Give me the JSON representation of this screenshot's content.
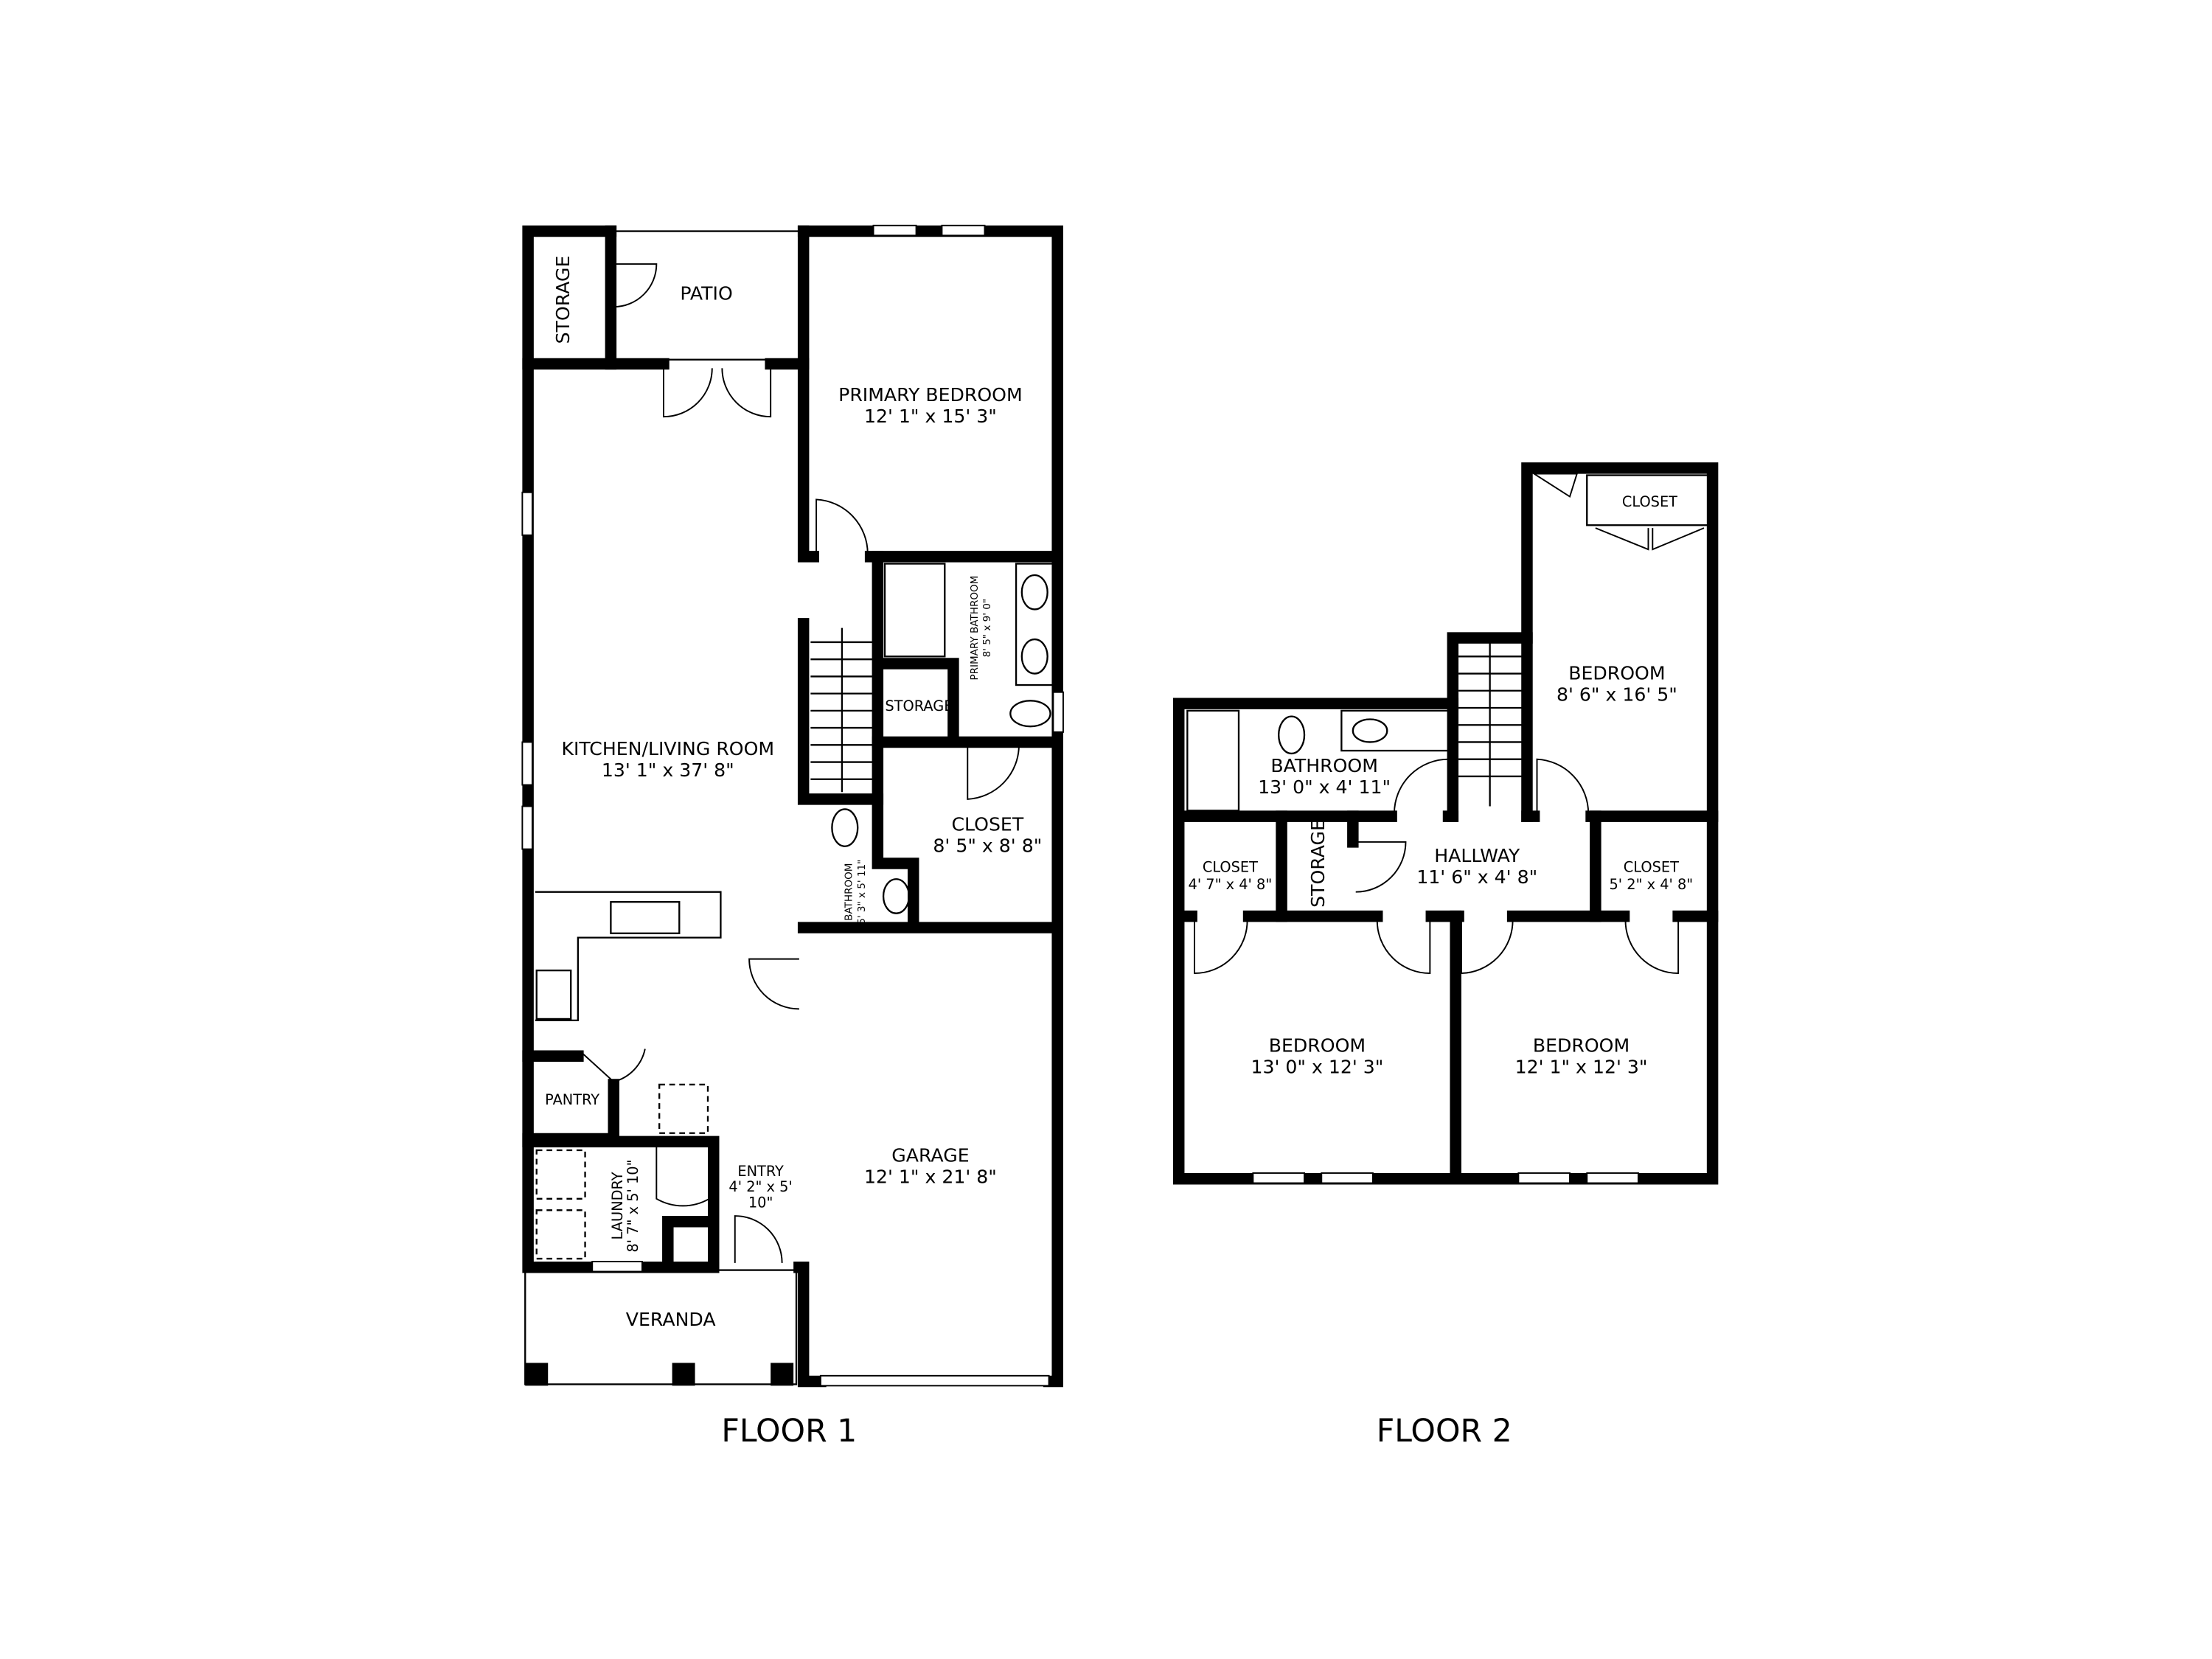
{
  "floors": [
    {
      "label": "FLOOR 1",
      "rooms": [
        {
          "name": "STORAGE",
          "size": ""
        },
        {
          "name": "PATIO",
          "size": ""
        },
        {
          "name": "PRIMARY BEDROOM",
          "size": "12' 1\" x 15' 3\""
        },
        {
          "name": "PRIMARY BATHROOM",
          "size": "8' 5\" x 9' 0\""
        },
        {
          "name": "STORAGE",
          "size": ""
        },
        {
          "name": "KITCHEN/LIVING ROOM",
          "size": "13' 1\" x 37' 8\""
        },
        {
          "name": "CLOSET",
          "size": "8' 5\" x 8' 8\""
        },
        {
          "name": "BATHROOM",
          "size": "5' 3\" x 5' 11\""
        },
        {
          "name": "PANTRY",
          "size": ""
        },
        {
          "name": "LAUNDRY",
          "size": "8' 7\" x 5' 10\""
        },
        {
          "name": "ENTRY",
          "size": "4' 2\" x 5'",
          "size2": "10\""
        },
        {
          "name": "GARAGE",
          "size": "12' 1\" x 21' 8\""
        },
        {
          "name": "VERANDA",
          "size": ""
        }
      ]
    },
    {
      "label": "FLOOR 2",
      "rooms": [
        {
          "name": "CLOSET",
          "size": ""
        },
        {
          "name": "BEDROOM",
          "size": "8' 6\" x 16' 5\""
        },
        {
          "name": "BATHROOM",
          "size": "13' 0\" x 4' 11\""
        },
        {
          "name": "CLOSET",
          "size": "4' 7\" x 4' 8\""
        },
        {
          "name": "STORAGE",
          "size": ""
        },
        {
          "name": "HALLWAY",
          "size": "11' 6\" x 4' 8\""
        },
        {
          "name": "CLOSET",
          "size": "5' 2\" x 4' 8\""
        },
        {
          "name": "BEDROOM",
          "size": "13' 0\" x 12' 3\""
        },
        {
          "name": "BEDROOM",
          "size": "12' 1\" x 12' 3\""
        }
      ]
    }
  ]
}
